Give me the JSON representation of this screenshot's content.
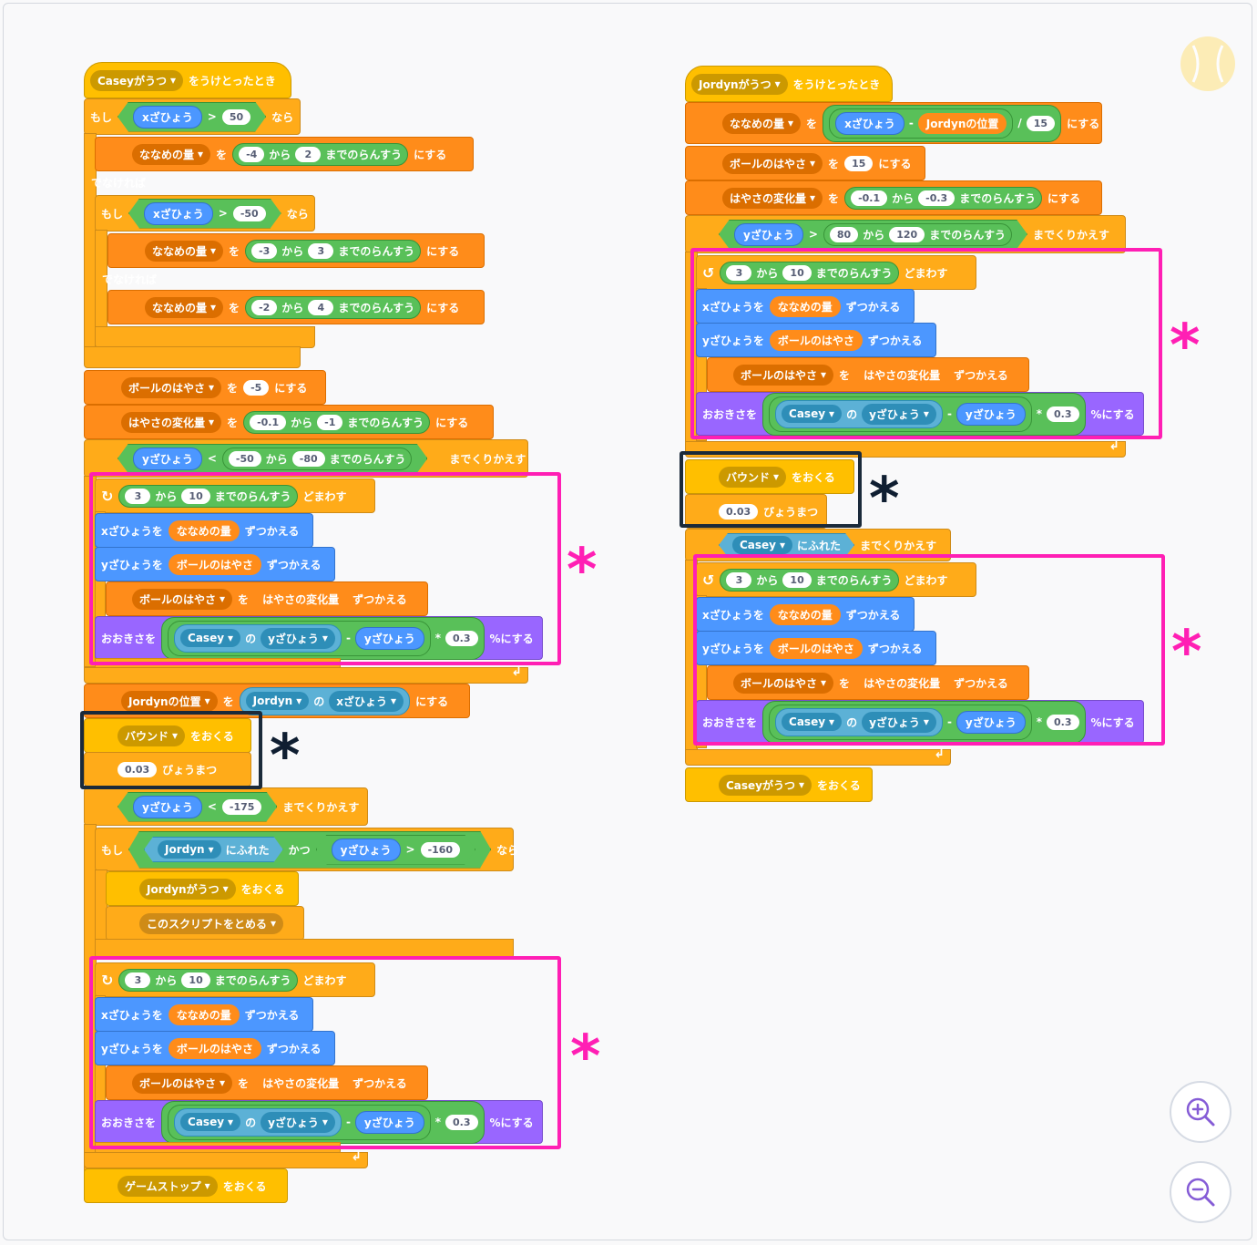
{
  "texts": {
    "casey_utsu": "Caseyがうつ",
    "jordyn_utsu": "Jordynがうつ",
    "on_receive": "をうけとったとき",
    "if": "もし",
    "then": "なら",
    "else": "でなければ",
    "and": "かつ",
    "xpos": "xざひょう",
    "ypos": "yざひょう",
    "slope": "ななめの量",
    "speed": "ボールのはやさ",
    "speed_change": "はやさの変化量",
    "jordyn_pos": "Jordynの位置",
    "wo": "を",
    "suru": "にする",
    "from": "から",
    "random": "までのらんすう",
    "repeat_times": "どまわす",
    "repeat_until": "までくりかえす",
    "change_x": "xざひょうを",
    "change_y": "yざひょうを",
    "zutsu": "ずつかえる",
    "size": "おおきさを",
    "no": "の",
    "percent": "%にする",
    "bound": "バウンド",
    "send": "をおくる",
    "wait": "びょうまつ",
    "touching": "にふれた",
    "stop_script": "このスクリプトをとめる",
    "game_stop": "ゲームストップ",
    "casey": "Casey",
    "jordyn": "Jordyn",
    "gt": ">",
    "lt": "<",
    "minus": "-",
    "times": "*",
    "div": "/"
  },
  "nums": {
    "n50": "50",
    "n_4": "-4",
    "n2": "2",
    "n_50": "-50",
    "n_3": "-3",
    "n3": "3",
    "n_2": "-2",
    "n4": "4",
    "n_5": "-5",
    "n_01": "-0.1",
    "n_1": "-1",
    "n_80": "-80",
    "n10": "10",
    "n03": "0.3",
    "n003": "0.03",
    "n_175": "-175",
    "n_160": "-160",
    "n15": "15",
    "n_03": "-0.3",
    "n80": "80",
    "n120": "120"
  },
  "annotation": {
    "star": "*"
  },
  "colors": {
    "events": "#ffbf00",
    "control": "#ffab19",
    "variables": "#ff8c1a",
    "motion": "#4c97ff",
    "looks": "#9966ff",
    "operators": "#59c059",
    "sensing": "#5cb1d6",
    "highlight_pink": "#ff1fb4",
    "highlight_dark": "#1b2a3a"
  }
}
